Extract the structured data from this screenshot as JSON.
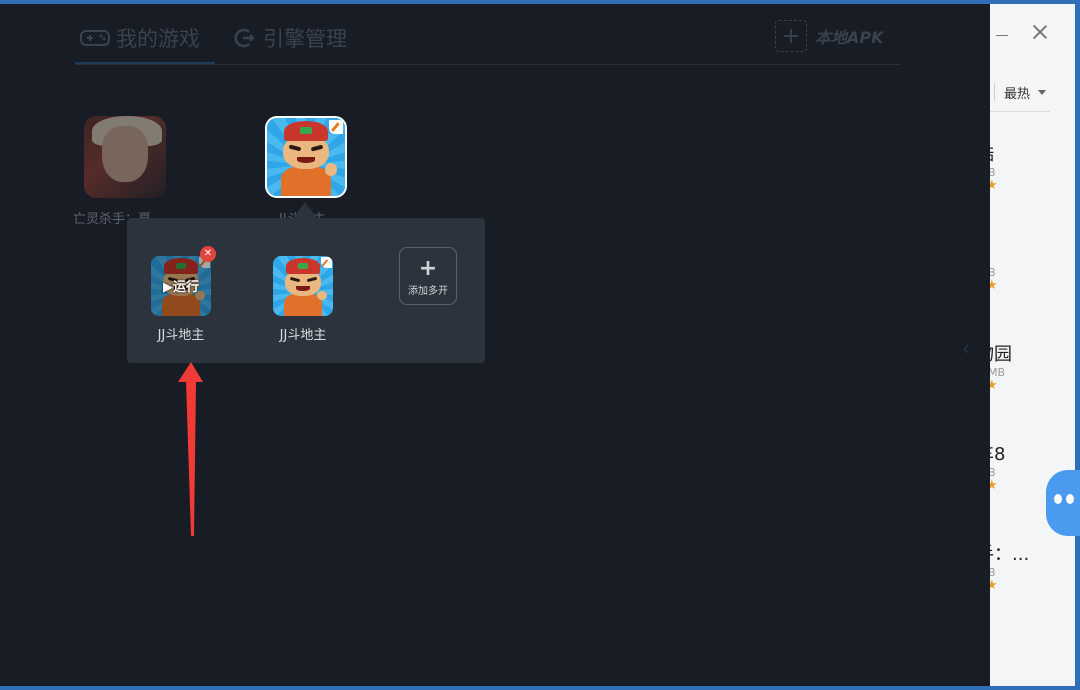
{
  "tabs": [
    {
      "label": "我的游戏",
      "icon": "gamepad-icon"
    },
    {
      "label": "引擎管理",
      "icon": "engine-icon"
    }
  ],
  "local_apk": {
    "label": "本地APK",
    "icon": "plus-icon"
  },
  "games": [
    {
      "label": "亡灵杀手：夏",
      "icon": "undead-killer-game-icon"
    },
    {
      "label": "JJ斗地主",
      "icon": "jj-doudizhu-game-icon"
    }
  ],
  "popup": {
    "instances": [
      {
        "label": "JJ斗地主",
        "status": "▶运行",
        "close": "✕"
      },
      {
        "label": "JJ斗地主"
      }
    ],
    "add_multi": {
      "plus": "+",
      "label": "添加多开"
    }
  },
  "background_window": {
    "sort": {
      "label": "最热"
    },
    "list": [
      {
        "title": "酷",
        "sub": "B"
      },
      {
        "title": "E",
        "sub": "B"
      },
      {
        "title": "物园",
        "sub": "MB"
      },
      {
        "title": "车8",
        "sub": "B"
      },
      {
        "title": "手：...",
        "sub": "B"
      }
    ],
    "star": "★",
    "side_arrow": "‹"
  },
  "annotation": {
    "arrow_color": "#f03a35"
  }
}
